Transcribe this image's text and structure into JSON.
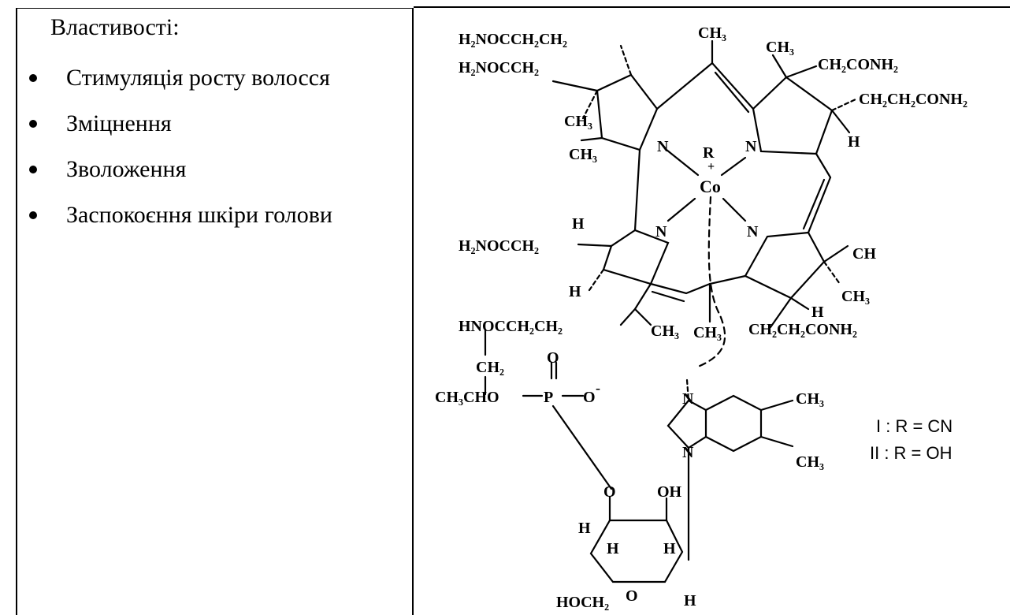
{
  "table": {
    "heading": "Властивості:",
    "properties": [
      "Стимуляція росту волосся",
      "Зміцнення",
      "Зволоження",
      "Заспокоєння шкіри голови"
    ]
  },
  "structure": {
    "substituents": {
      "top_left_1": "H₂NOCCH₂CH₂",
      "top_left_2": "H₂NOCCH₂",
      "top_ch3": "CH₃",
      "top_right_ch3": "CH₃",
      "top_right_1": "CH₂CONH₂",
      "top_right_2": "CH₂CH₂CONH₂",
      "ring_a_ch3_1": "CH₃",
      "ring_a_ch3_2": "CH₃",
      "h_right_top": "H",
      "metal_r": "R",
      "metal_plus": "+",
      "metal": "Co",
      "n1": "N",
      "n2": "N",
      "n3": "N",
      "n4": "N",
      "h_left_mid": "H",
      "left_mid": "H₂NOCCH₂",
      "h_left_low": "H",
      "right_ch": "CH",
      "right_ch3": "CH₃",
      "h_right_low": "H",
      "bottom_left_chain": "HNOCCH₂CH₂",
      "bottom_ch3_1": "CH₃",
      "bottom_ch3_2": "CH₃",
      "bottom_right_chain": "CH₂CH₂CONH₂",
      "ch2": "CH₂",
      "ch3cho": "CH₃CHO",
      "phosphorus": "P",
      "p_oxygen_top": "O",
      "p_oxygen_right": "O",
      "p_charge": "-",
      "bzim_n1": "N",
      "bzim_n2": "N",
      "bzim_ch3_1": "CH₃",
      "bzim_ch3_2": "CH₃",
      "sugar_o_top": "O",
      "sugar_oh": "OH",
      "sugar_h1": "H",
      "sugar_h2": "H",
      "sugar_h3": "H",
      "sugar_hoch2": "HOCH₂",
      "sugar_o_ring": "O",
      "sugar_h4": "H"
    },
    "legend": [
      "I : R = CN",
      "II : R = OH"
    ]
  }
}
